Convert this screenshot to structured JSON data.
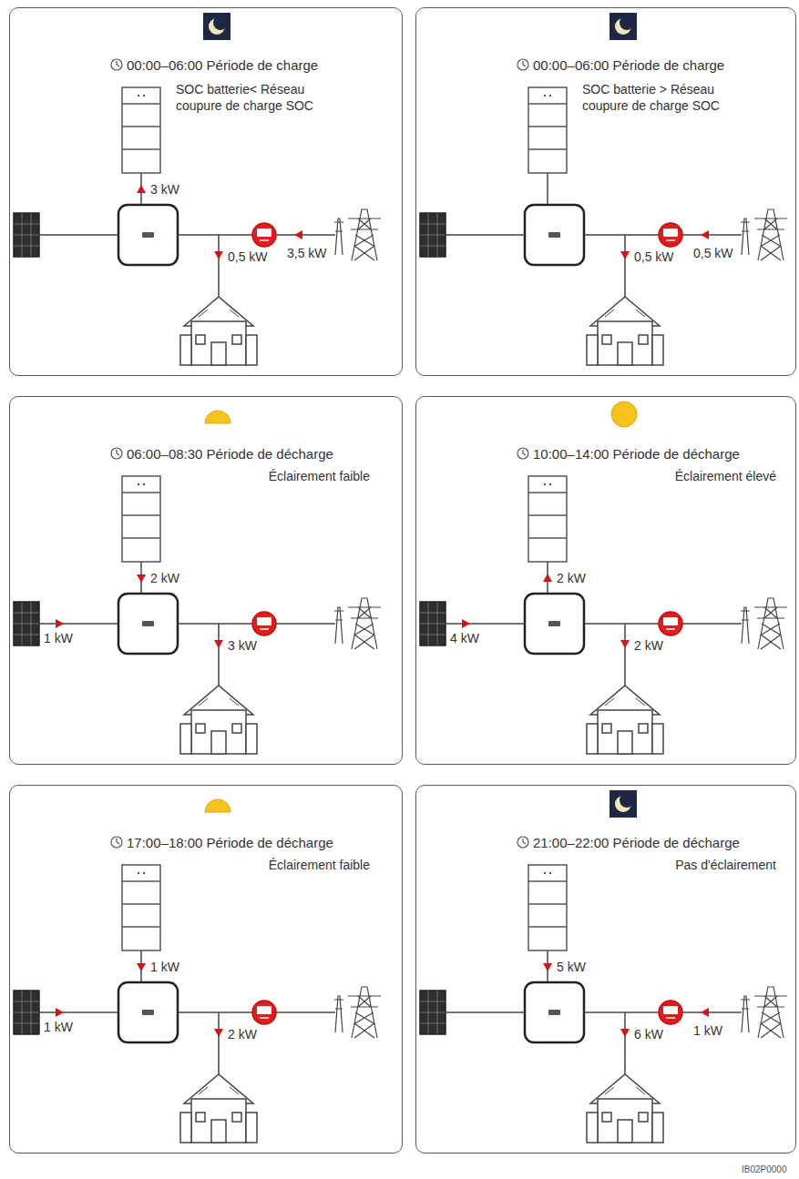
{
  "diagram": {
    "nodes": [
      {
        "text": [
          "00:00–06:00 Période de charge",
          "SOC batterie< Réseau coupure de charge SOC"
        ]
      },
      {
        "text": [
          "00:00–06:00 Période de charge",
          "SOC batterie > Réseau coupure de charge SOC"
        ]
      },
      {
        "text": [
          "06:00–08:30 Période de décharge",
          "Éclairement faible"
        ]
      },
      {
        "text": [
          "10:00–14:00 Période de décharge",
          "Éclairement élevé"
        ]
      },
      {
        "text": [
          "17:00–18:00 Période de décharge",
          "Éclairement faible"
        ]
      },
      {
        "text": [
          "21:00–22:00 Période de décharge",
          "Pas d'éclairement"
        ]
      }
    ],
    "labels": [
      "3 kW",
      "0,5 kW",
      "3,5 kW",
      "0,5 kW",
      "0,5 kW",
      "2 kW",
      "1 kW",
      "3 kW",
      "2 kW",
      "4 kW",
      "2 kW",
      "1 kW",
      "1 kW",
      "2 kW",
      "5 kW",
      "6 kW",
      "1 kW",
      "IB02P0000"
    ]
  }
}
